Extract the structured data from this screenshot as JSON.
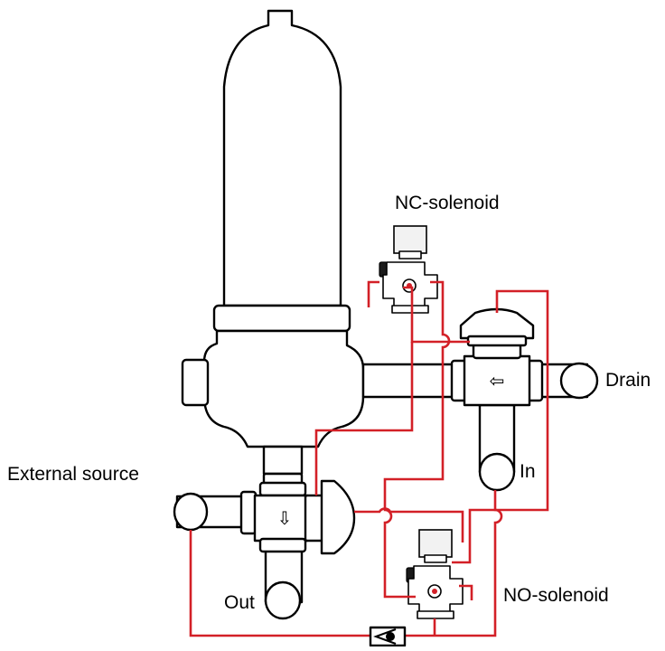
{
  "labels": {
    "nc_solenoid": "NC-solenoid",
    "drain": "Drain",
    "external_source": "External source",
    "in": "In",
    "no_solenoid": "NO-solenoid",
    "out": "Out"
  },
  "colors": {
    "line": "#000000",
    "tubing": "#d32027",
    "background": "#ffffff"
  },
  "icons": {
    "flow_left": "⇦",
    "flow_down": "⇩"
  }
}
